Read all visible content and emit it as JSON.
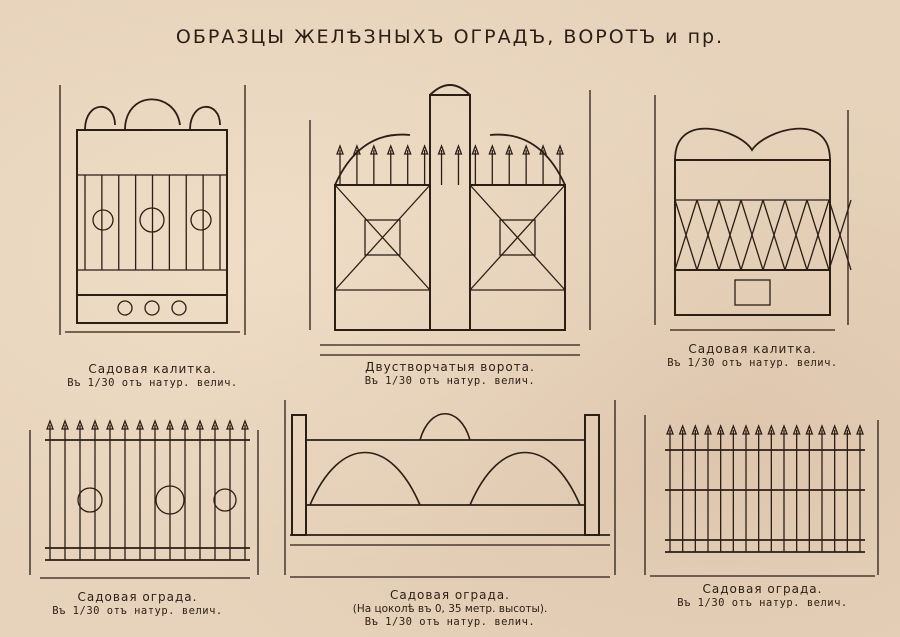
{
  "page": {
    "title": "ОБРАЗЦЫ ЖЕЛѢЗНЫХЪ ОГРАДЪ, ВОРОТЪ и пр."
  },
  "plates": [
    {
      "name": "Садовая калитка.",
      "scale": "Въ 1/30 отъ натур. велич."
    },
    {
      "name": "Двустворчатыя ворота.",
      "scale": "Въ 1/30 отъ натур. велич."
    },
    {
      "name": "Садовая калитка.",
      "scale": "Въ 1/30 отъ натур. велич."
    },
    {
      "name": "Садовая ограда.",
      "scale": "Въ 1/30 отъ натур. велич."
    },
    {
      "name": "Садовая ограда.",
      "note": "(На цоколѣ въ 0, 35 метр. высоты).",
      "scale": "Въ 1/30 отъ натур. велич."
    },
    {
      "name": "Садовая ограда.",
      "scale": "Въ 1/30 отъ натур. велич."
    }
  ],
  "colors": {
    "paper": "#e7d3bb",
    "ink": "#2b1e15"
  }
}
